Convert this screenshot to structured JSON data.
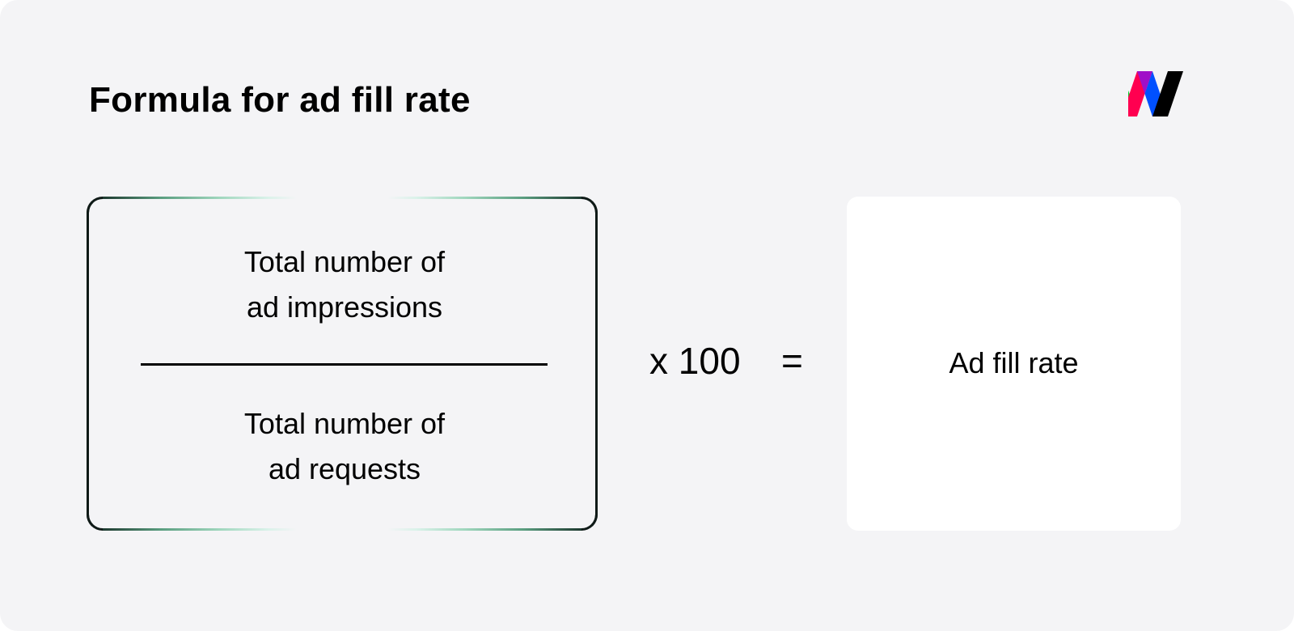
{
  "header": {
    "title": "Formula for ad fill rate",
    "logo": {
      "icon": "w-logo-icon",
      "colors": {
        "green": "#00d226",
        "red": "#ff0050",
        "purple": "#a010c8",
        "blue": "#0050ff",
        "black": "#000000"
      }
    }
  },
  "formula": {
    "numerator": {
      "line1": "Total number of",
      "line2": "ad impressions"
    },
    "denominator": {
      "line1": "Total number of",
      "line2": "ad requests"
    },
    "multiplier": "x 100",
    "equals": "=",
    "result": "Ad fill rate"
  },
  "colors": {
    "background": "#f4f4f6",
    "box_border": "#0f1a17",
    "border_accent": "#9fd6bd",
    "result_box": "#ffffff"
  }
}
